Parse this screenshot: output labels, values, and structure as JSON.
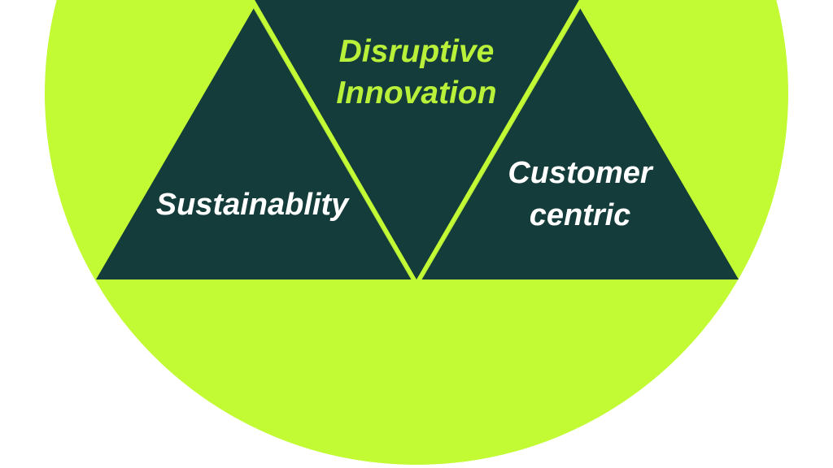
{
  "colors": {
    "background": "#ffffff",
    "circle": "#c2fa34",
    "triangle": "#143c3a",
    "divider": "#b4e63c",
    "text_light": "#ffffff",
    "text_accent": "#b8f03a"
  },
  "segments": {
    "top": {
      "line1": "Disruptive",
      "line2": "Innovation"
    },
    "left": {
      "line1": "Sustainablity"
    },
    "right": {
      "line1": "Customer",
      "line2": "centric"
    }
  }
}
